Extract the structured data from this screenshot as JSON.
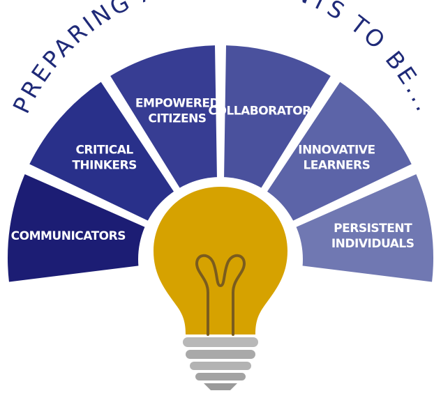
{
  "title": "PREPARING ALL STUDENTS TO BE...",
  "segments": [
    {
      "id": "communicators",
      "lines": [
        "COMMUNICATORS"
      ],
      "color": "#1c1d74"
    },
    {
      "id": "critical-thinkers",
      "lines": [
        "CRITICAL",
        "THINKERS"
      ],
      "color": "#29308a"
    },
    {
      "id": "empowered-citizens",
      "lines": [
        "EMPOWERED",
        "CITIZENS"
      ],
      "color": "#373d93"
    },
    {
      "id": "collaborators",
      "lines": [
        "COLLABORATORS"
      ],
      "color": "#4a519d"
    },
    {
      "id": "innovative-learners",
      "lines": [
        "INNOVATIVE",
        "LEARNERS"
      ],
      "color": "#5c64a8"
    },
    {
      "id": "persistent-individuals",
      "lines": [
        "PERSISTENT",
        "INDIVIDUALS"
      ],
      "color": "#7078b2"
    }
  ],
  "colors": {
    "title": "#1f2a78",
    "bulb": "#d6a200",
    "filament": "#7a5c1e",
    "base": "#a9a9a9"
  },
  "icons": [
    "lightbulb-icon"
  ]
}
